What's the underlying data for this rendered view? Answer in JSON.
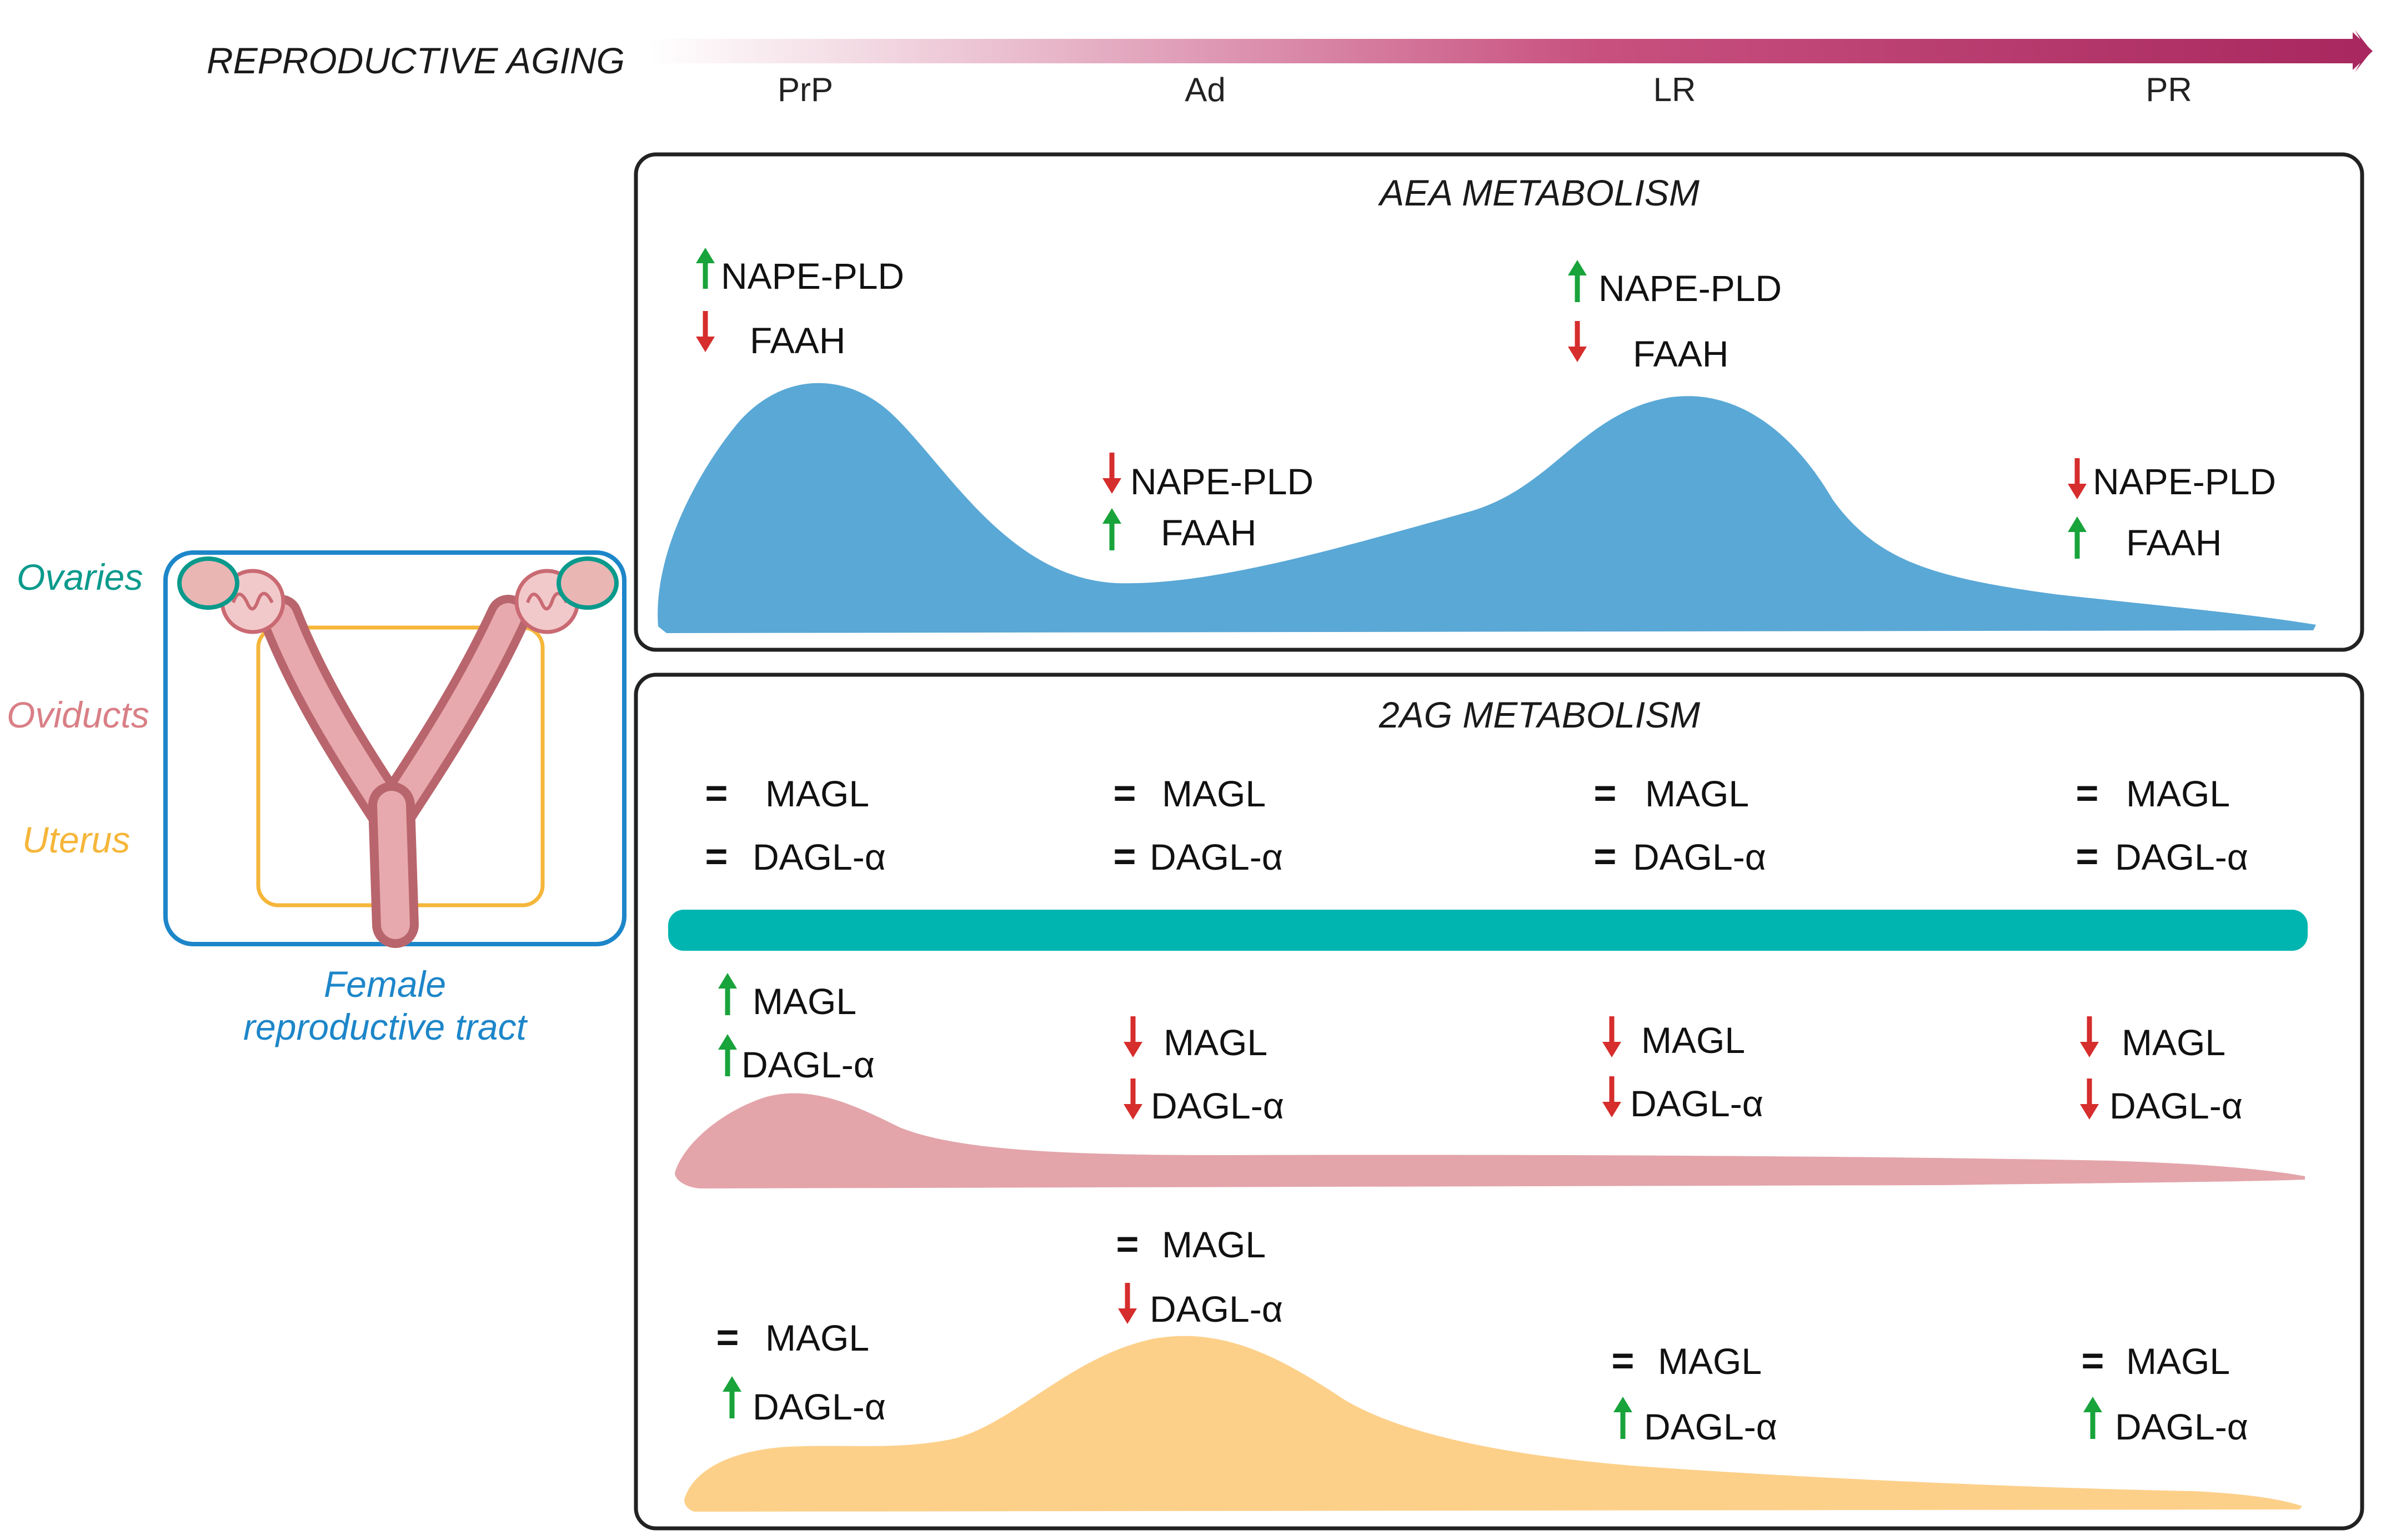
{
  "header": {
    "axis_label": "REPRODUCTIVE AGING",
    "stages": [
      "PrP",
      "Ad",
      "LR",
      "PR"
    ]
  },
  "colors": {
    "up": "#19a33b",
    "down": "#d62d2d",
    "aea_curve": "#5aa8d6",
    "teal_bar": "#00b5b0",
    "pink_curve": "#e3a5aa",
    "orange_curve": "#fdd08a",
    "arrow_start": "#f5e6ec",
    "arrow_end": "#a8285f",
    "ovaries": "#0a9a8c",
    "oviducts": "#d97f86",
    "uterus": "#f5b63a",
    "tract": "#1d86c9"
  },
  "legend": {
    "ovaries": "Ovaries",
    "oviducts": "Oviducts",
    "uterus": "Uterus",
    "tract_line1": "Female",
    "tract_line2": "reproductive tract"
  },
  "aea": {
    "title": "AEA METABOLISM",
    "annotations": [
      {
        "stage": "PrP",
        "items": [
          {
            "dir": "up",
            "label": "NAPE-PLD"
          },
          {
            "dir": "down",
            "label": "FAAH"
          }
        ]
      },
      {
        "stage": "Ad",
        "items": [
          {
            "dir": "down",
            "label": "NAPE-PLD"
          },
          {
            "dir": "up",
            "label": "FAAH"
          }
        ]
      },
      {
        "stage": "LR",
        "items": [
          {
            "dir": "up",
            "label": "NAPE-PLD"
          },
          {
            "dir": "down",
            "label": "FAAH"
          }
        ]
      },
      {
        "stage": "PR",
        "items": [
          {
            "dir": "down",
            "label": "NAPE-PLD"
          },
          {
            "dir": "up",
            "label": "FAAH"
          }
        ]
      }
    ]
  },
  "ag2": {
    "title": "2AG METABOLISM",
    "ovaries_row": [
      {
        "stage": "PrP",
        "items": [
          {
            "dir": "eq",
            "label": "MAGL"
          },
          {
            "dir": "eq",
            "label": "DAGL-α"
          }
        ]
      },
      {
        "stage": "Ad",
        "items": [
          {
            "dir": "eq",
            "label": "MAGL"
          },
          {
            "dir": "eq",
            "label": "DAGL-α"
          }
        ]
      },
      {
        "stage": "LR",
        "items": [
          {
            "dir": "eq",
            "label": "MAGL"
          },
          {
            "dir": "eq",
            "label": "DAGL-α"
          }
        ]
      },
      {
        "stage": "PR",
        "items": [
          {
            "dir": "eq",
            "label": "MAGL"
          },
          {
            "dir": "eq",
            "label": "DAGL-α"
          }
        ]
      }
    ],
    "oviducts_row": [
      {
        "stage": "PrP",
        "items": [
          {
            "dir": "up",
            "label": "MAGL"
          },
          {
            "dir": "up",
            "label": "DAGL-α"
          }
        ]
      },
      {
        "stage": "Ad",
        "items": [
          {
            "dir": "down",
            "label": "MAGL"
          },
          {
            "dir": "down",
            "label": "DAGL-α"
          }
        ]
      },
      {
        "stage": "LR",
        "items": [
          {
            "dir": "down",
            "label": "MAGL"
          },
          {
            "dir": "down",
            "label": "DAGL-α"
          }
        ]
      },
      {
        "stage": "PR",
        "items": [
          {
            "dir": "down",
            "label": "MAGL"
          },
          {
            "dir": "down",
            "label": "DAGL-α"
          }
        ]
      }
    ],
    "uterus_row": [
      {
        "stage": "PrP",
        "items": [
          {
            "dir": "eq",
            "label": "MAGL"
          },
          {
            "dir": "up",
            "label": "DAGL-α"
          }
        ]
      },
      {
        "stage": "Ad",
        "items": [
          {
            "dir": "eq",
            "label": "MAGL"
          },
          {
            "dir": "down",
            "label": "DAGL-α"
          }
        ]
      },
      {
        "stage": "LR",
        "items": [
          {
            "dir": "eq",
            "label": "MAGL"
          },
          {
            "dir": "up",
            "label": "DAGL-α"
          }
        ]
      },
      {
        "stage": "PR",
        "items": [
          {
            "dir": "eq",
            "label": "MAGL"
          },
          {
            "dir": "up",
            "label": "DAGL-α"
          }
        ]
      }
    ]
  }
}
